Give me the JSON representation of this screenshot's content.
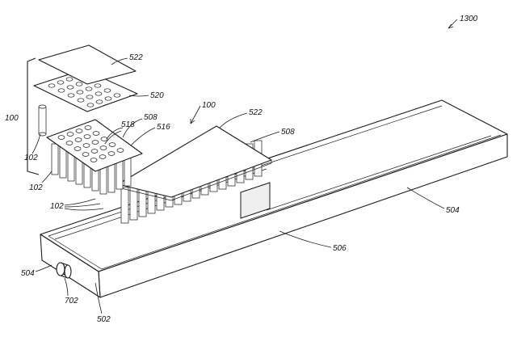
{
  "figure": {
    "ref_1300": "1300",
    "ref_522_top": "522",
    "ref_520": "520",
    "ref_100_left": "100",
    "ref_100_top": "100",
    "ref_522_mid": "522",
    "ref_508_left": "508",
    "ref_518": "518",
    "ref_516": "516",
    "ref_508_mid": "508",
    "ref_102_a": "102",
    "ref_102_b": "102",
    "ref_102_c": "102",
    "ref_504_right": "504",
    "ref_506": "506",
    "ref_504_left": "504",
    "ref_702": "702",
    "ref_502": "502"
  }
}
